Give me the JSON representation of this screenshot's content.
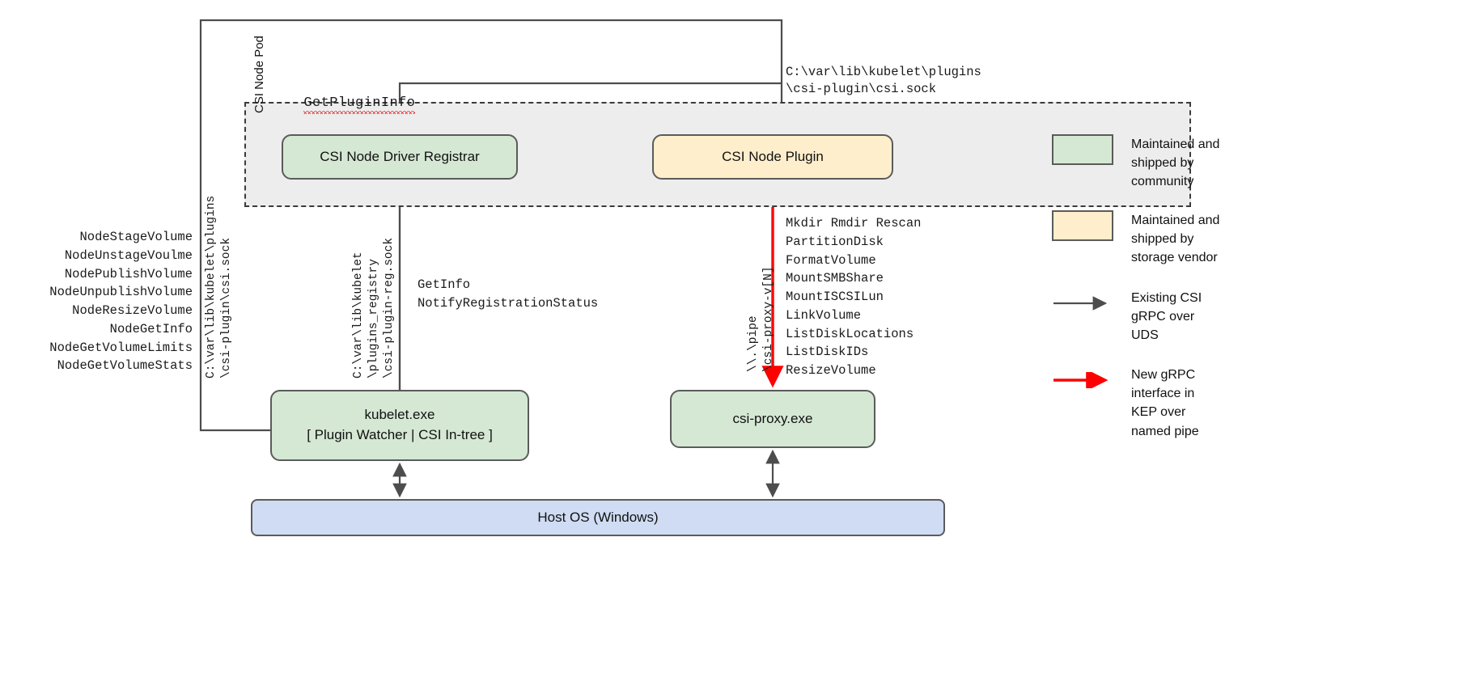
{
  "diagram": {
    "pod": {
      "label": "CSI Node Pod"
    },
    "boxes": {
      "registrar": {
        "label": "CSI Node Driver Registrar"
      },
      "plugin": {
        "label": "CSI Node Plugin"
      },
      "kubelet": {
        "line1": "kubelet.exe",
        "line2": "[ Plugin Watcher | CSI In-tree ]"
      },
      "csiproxy": {
        "label": "csi-proxy.exe"
      },
      "hostos": {
        "label": "Host OS (Windows)"
      }
    },
    "labels": {
      "get_plugin_info": "GetPluginInfo",
      "plugin_socket_path": "C:\\var\\lib\\kubelet\\plugins\n\\csi-plugin\\csi.sock",
      "registration_calls": "GetInfo\nNotifyRegistrationStatus",
      "uds_left_path": "C:\\var\\lib\\kubelet\\plugins\n\\csi-plugin\\csi.sock",
      "uds_registry_path": "C:\\var\\lib\\kubelet\n\\plugins_registry\n\\csi-plugin-reg.sock",
      "named_pipe_path": "\\\\.\\pipe\n\\csi-proxy-v[N]"
    },
    "node_rpc_list": [
      "NodeStageVolume",
      "NodeUnstageVoulme",
      "NodePublishVolume",
      "NodeUnpublishVolume",
      "NodeResizeVolume",
      "NodeGetInfo",
      "NodeGetVolumeLimits",
      "NodeGetVolumeStats"
    ],
    "proxy_rpc_list": [
      "Mkdir Rmdir Rescan",
      "PartitionDisk",
      "FormatVolume",
      "MountSMBShare",
      "MountISCSILun",
      "LinkVolume",
      "ListDiskLocations",
      "ListDiskIDs",
      "ResizeVolume"
    ],
    "legend": [
      {
        "kind": "swatch",
        "color": "#d5e8d4",
        "text": "Maintained and\nshipped by\ncommunity"
      },
      {
        "kind": "swatch",
        "color": "#ffeecc",
        "text": "Maintained and\nshipped by\nstorage vendor"
      },
      {
        "kind": "arrow",
        "color": "#4d4d4d",
        "text": "Existing CSI\ngRPC over\nUDS"
      },
      {
        "kind": "arrow",
        "color": "#ff0000",
        "text": "New gRPC\ninterface in\nKEP over\nnamed pipe"
      }
    ],
    "colors": {
      "community_green": "#d5e8d4",
      "vendor_cream": "#ffeecc",
      "host_blue": "#cfdcf3",
      "pod_background": "#ededed",
      "existing_arrow": "#4d4d4d",
      "new_arrow": "#ff0000",
      "stroke": "#5b5b5b"
    }
  }
}
